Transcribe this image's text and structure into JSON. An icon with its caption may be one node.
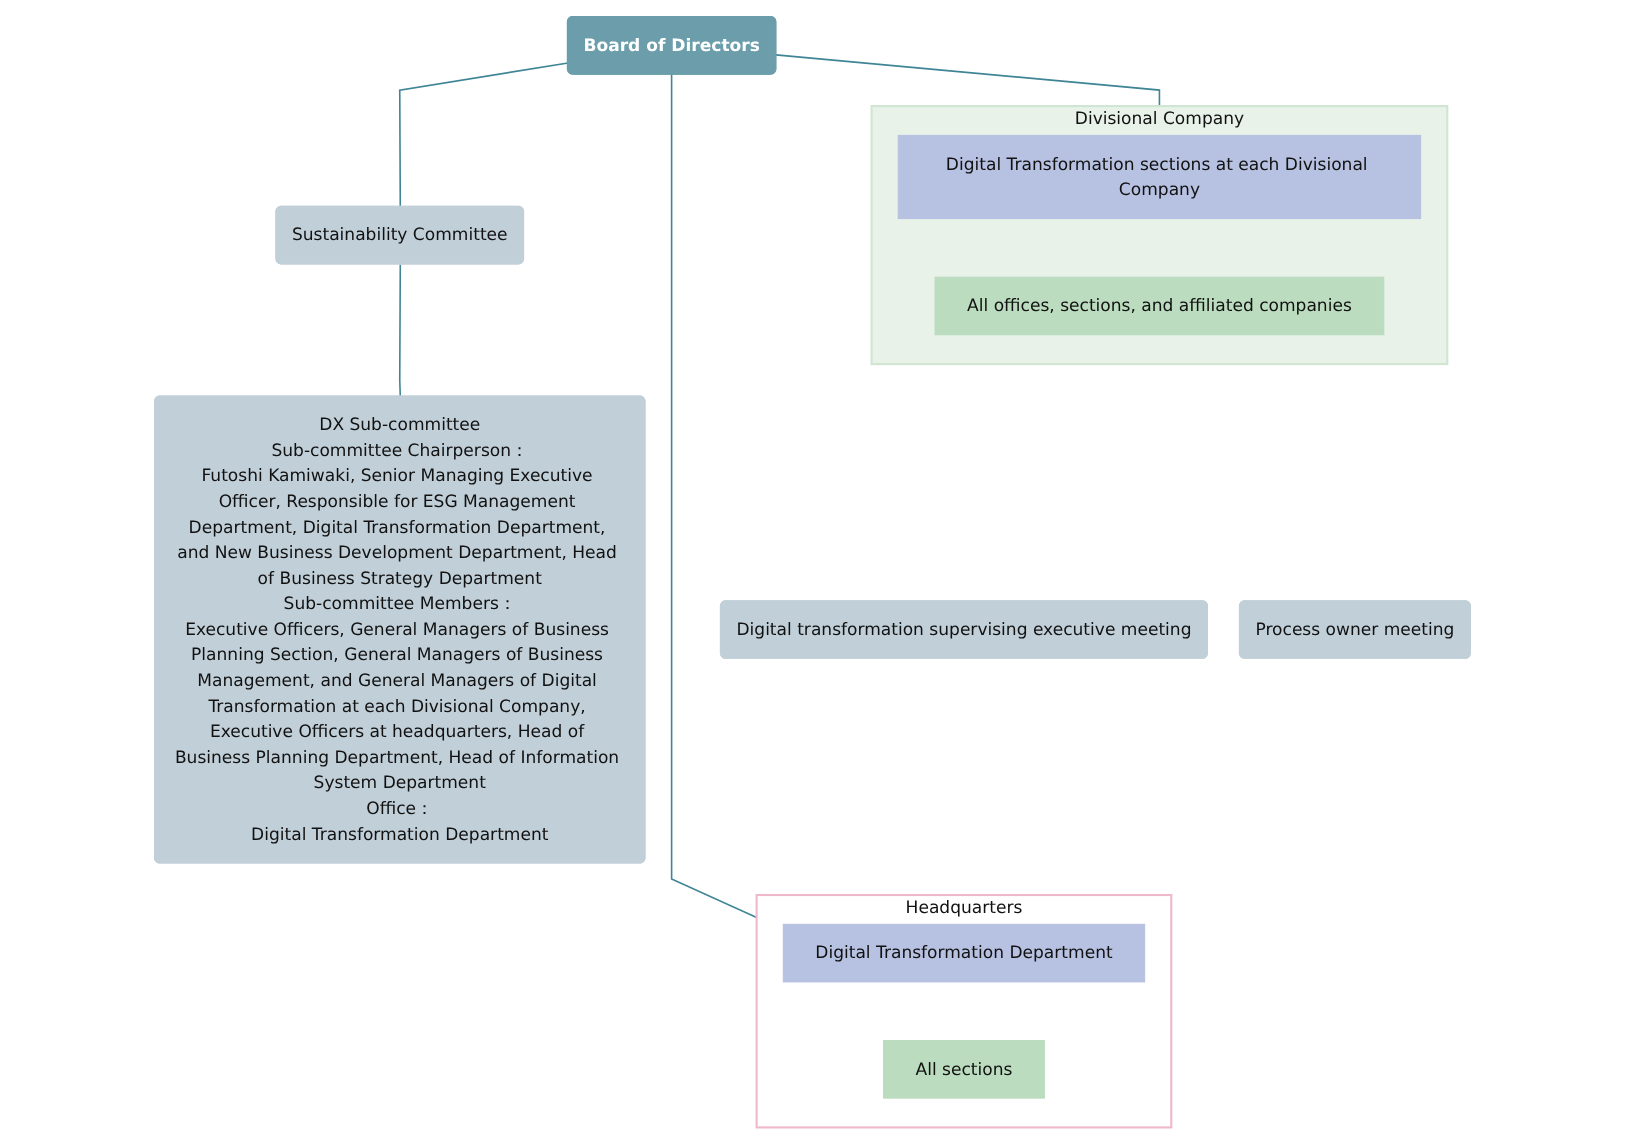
{
  "diagram": {
    "nodes": [
      {
        "text": [
          "Board of Directors"
        ]
      },
      {
        "text": [
          "Sustainability Committee"
        ]
      },
      {
        "text": [
          "DX Sub-committee",
          "Sub-committee Chairperson：",
          "Futoshi Kamiwaki, Senior Managing Executive Officer, Responsible for ESG Management Department, Digital Transformation Department, and New Business Development Department, Head of Business Strategy Department",
          "Sub-committee Members：",
          "Executive Officers, General Managers of Business Planning Section, General Managers of Business Management, and General Managers of Digital Transformation at each Divisional Company, Executive Officers at headquarters, Head of Business Planning Department, Head of Information System Department",
          "Office：",
          "Digital Transformation Department"
        ]
      },
      {
        "text": [
          "Divisional Company"
        ]
      },
      {
        "text": [
          "Digital Transformation sections at each Divisional Company"
        ],
        "in": 3
      },
      {
        "text": [
          "All offices, sections, and affiliated companies"
        ],
        "in": 3
      },
      {
        "text": [
          "Digital transformation supervising executive meeting"
        ]
      },
      {
        "text": [
          "Process owner meeting"
        ]
      },
      {
        "text": [
          "Headquarters"
        ]
      },
      {
        "text": [
          "Digital Transformation Department"
        ],
        "in": 8
      },
      {
        "text": [
          "All sections"
        ],
        "in": 8
      }
    ],
    "edges": [
      {
        "from": 0,
        "to": 1,
        "arrow": "none"
      },
      {
        "from": 1,
        "to": 2,
        "arrow": "none"
      },
      {
        "from": 0,
        "to": 3,
        "arrow": "none"
      },
      {
        "from": 0,
        "to": 8,
        "arrow": "none"
      }
    ]
  }
}
